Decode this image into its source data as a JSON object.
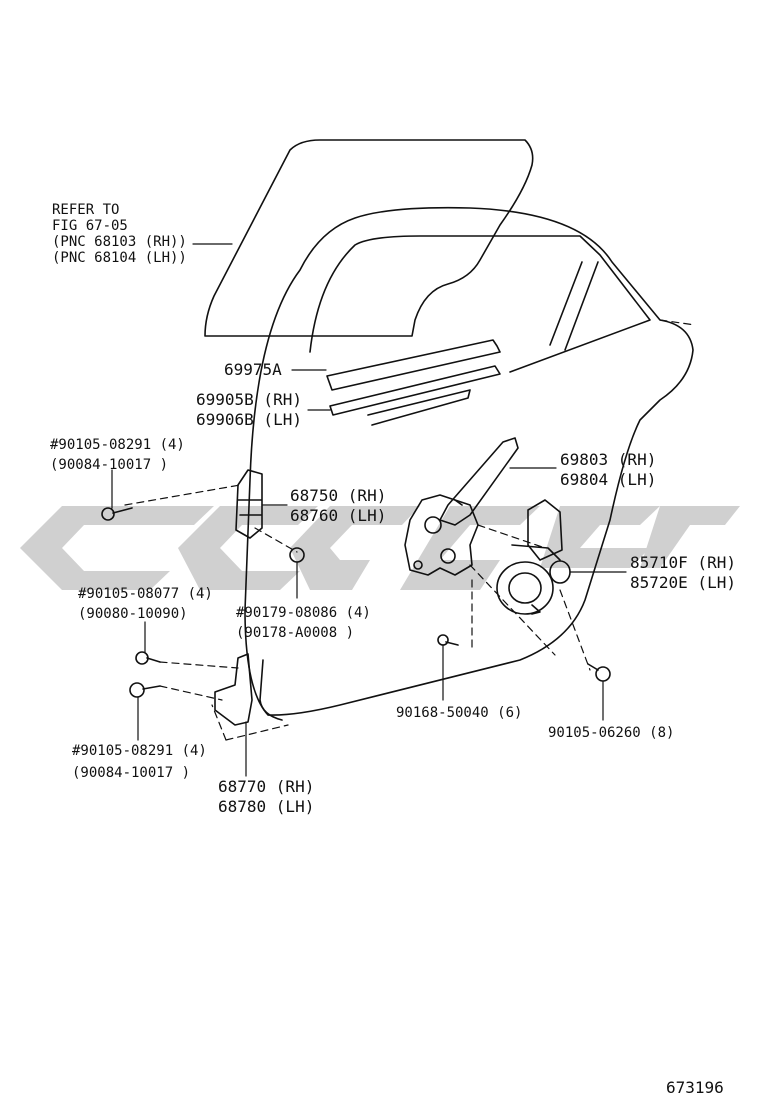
{
  "diagram": {
    "figure_number": "673196",
    "watermark_color": "#c8c8c8",
    "line_color": "#111111",
    "refer_note": [
      "REFER TO",
      "FIG 67-05",
      "(PNC 68103 (RH))",
      "(PNC 68104 (LH))"
    ],
    "parts": {
      "p69975A": [
        "69975A"
      ],
      "p69905B": [
        "69905B (RH)",
        "69906B (LH)"
      ],
      "p69803": [
        "69803 (RH)",
        "69804 (LH)"
      ],
      "p68750": [
        "68750 (RH)",
        "68760 (LH)"
      ],
      "p85710F": [
        "85710F (RH)",
        "85720E (LH)"
      ],
      "bolt_top": [
        "#90105-08291 (4)",
        "(90084-10017 )"
      ],
      "bolt_mid": [
        "#90105-08077 (4)",
        "(90080-10090)"
      ],
      "nut_mid": [
        "#90179-08086 (4)",
        "(90178-A0008 )"
      ],
      "bolt_center": [
        "90168-50040 (6)"
      ],
      "bolt_right": [
        "90105-06260 (8)"
      ],
      "bolt_bottom": [
        "#90105-08291 (4)",
        "(90084-10017 )"
      ],
      "p68770": [
        "68770 (RH)",
        "68780 (LH)"
      ]
    }
  }
}
